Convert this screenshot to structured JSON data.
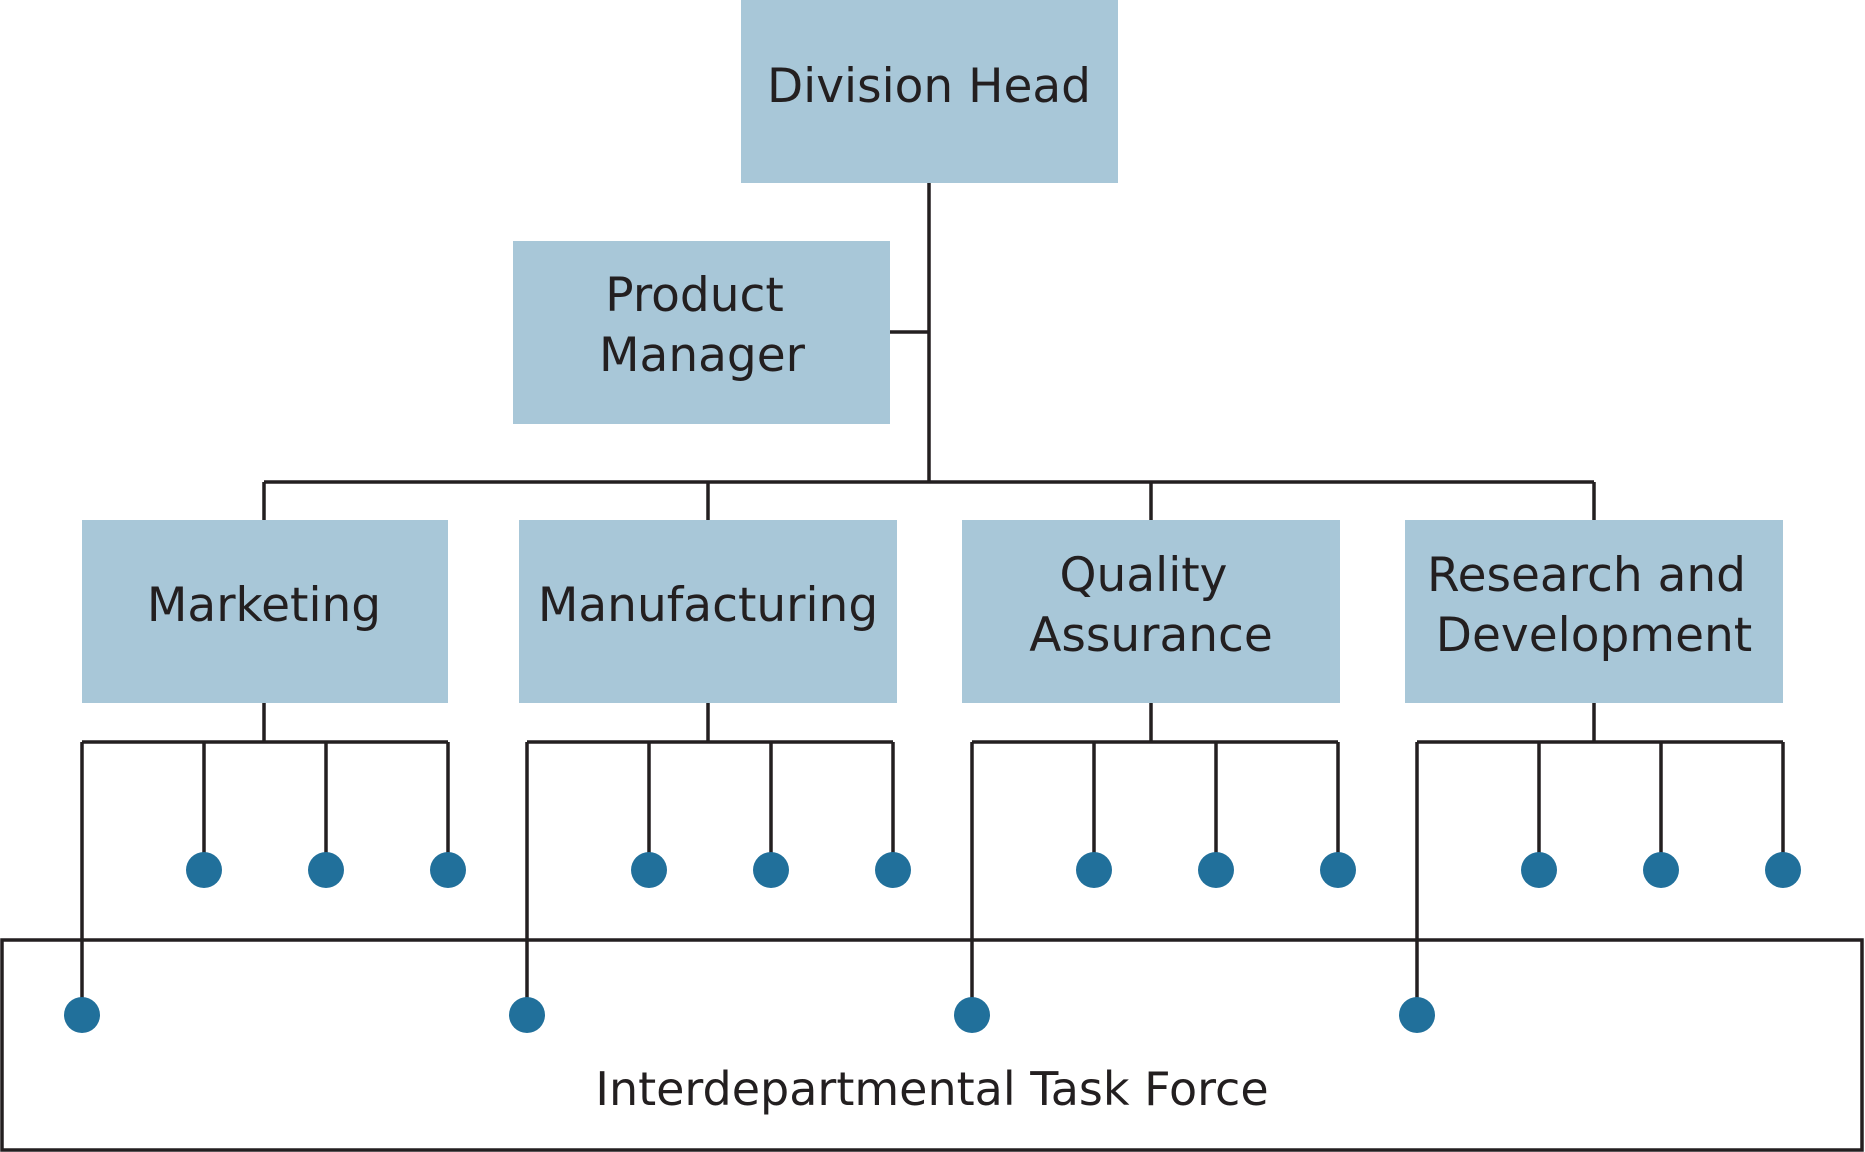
{
  "org_chart": {
    "head": {
      "label_lines": [
        "Division Head"
      ]
    },
    "staff": {
      "label_lines": [
        "Product",
        "Manager"
      ]
    },
    "departments": [
      {
        "label_lines": [
          "Marketing"
        ],
        "member_count": 3
      },
      {
        "label_lines": [
          "Manufacturing"
        ],
        "member_count": 3
      },
      {
        "label_lines": [
          "Quality",
          "Assurance"
        ],
        "member_count": 3
      },
      {
        "label_lines": [
          "Research and",
          "Development"
        ],
        "member_count": 3
      }
    ],
    "task_force": {
      "label": "Interdepartmental Task Force",
      "member_count": 4
    }
  },
  "colors": {
    "box_fill": "#a8c7d8",
    "dot_fill": "#21709b",
    "line": "#231f20",
    "text": "#231f20"
  }
}
